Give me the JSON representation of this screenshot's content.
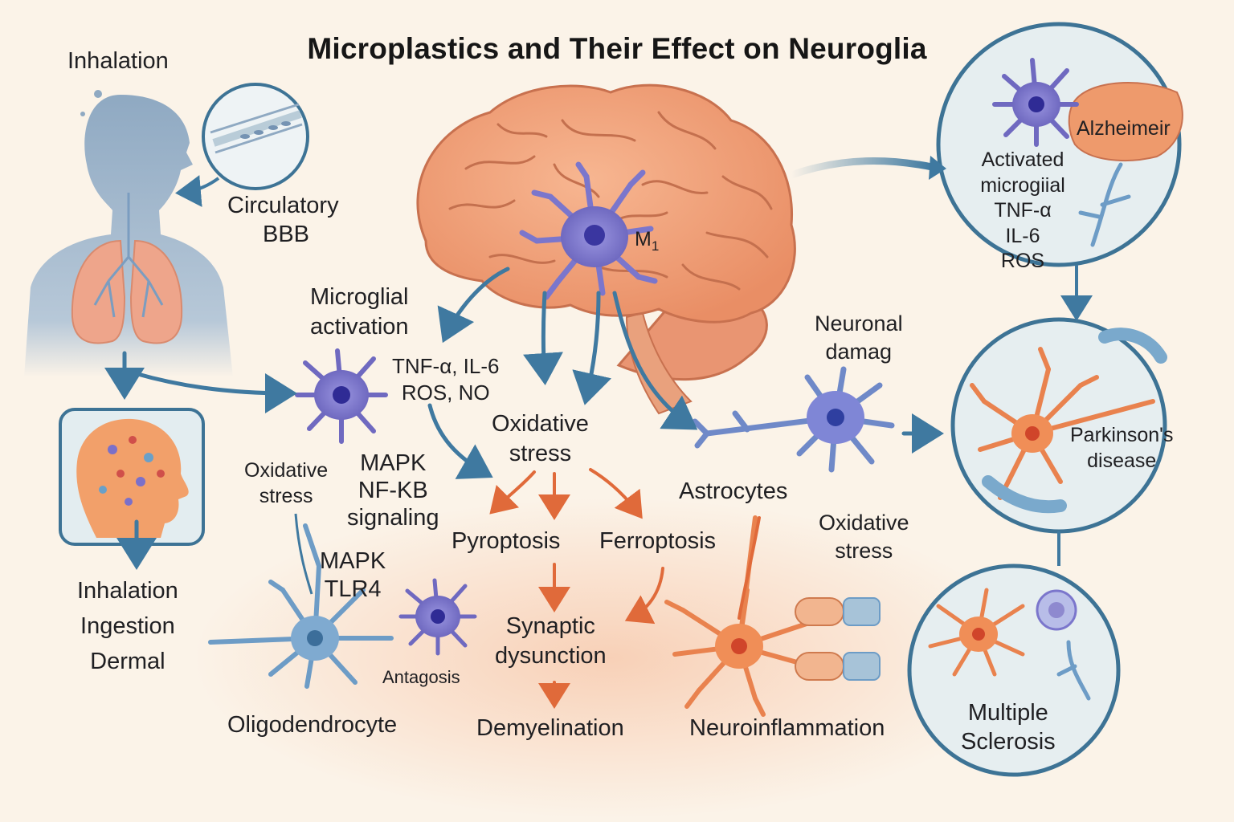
{
  "title": "Microplastics and Their Effect on Neuroglia",
  "labels": {
    "inhalation_top": "Inhalation",
    "circulatory": "Circulatory",
    "bbb": "BBB",
    "m1": "M",
    "m1_sub": "1",
    "microglial_activation": [
      "Microglial",
      "activation"
    ],
    "cytokines": [
      "TNF-α, IL-6",
      "ROS, NO"
    ],
    "oxidative_stress_center": [
      "Oxidative",
      "stress"
    ],
    "oxidative_stress_left": [
      "Oxidative",
      "stress"
    ],
    "mapk_nfkb": [
      "MAPK",
      "NF-KB",
      "signaling"
    ],
    "mapk_tlr4": [
      "MAPK",
      "TLR4"
    ],
    "pyroptosis": "Pyroptosis",
    "ferroptosis": "Ferroptosis",
    "synaptic": [
      "Synaptic",
      "dysunction"
    ],
    "demyelination": "Demyelination",
    "antagosis": "Antagosis",
    "oligodendrocyte": "Oligodendrocyte",
    "exposure_routes": [
      "Inhalation",
      "Ingestion",
      "Dermal"
    ],
    "neuronal_damage": [
      "Neuronal",
      "damag"
    ],
    "astrocytes": "Astrocytes",
    "oxidative_stress_right": [
      "Oxidative",
      "stress"
    ],
    "neuroinflammation": "Neuroinflammation"
  },
  "panels": {
    "alzheimer": {
      "disease": "Alzheimeir",
      "lines": [
        "Activated",
        "microgiial",
        "TNF-α",
        "IL-6",
        "ROS"
      ]
    },
    "parkinson": {
      "disease": [
        "Parkinson's",
        "disease"
      ]
    },
    "ms": {
      "disease": [
        "Multiple",
        "Sclerosis"
      ]
    }
  },
  "colors": {
    "background": "#fbf3e8",
    "brain": "#f0a07a",
    "microglia": "#7b76cc",
    "astrocyte": "#e9824e",
    "oligodendrocyte": "#6d9cc6",
    "arrow_blue": "#3f79a0",
    "arrow_orange": "#e06a3a",
    "body_silhouette": "#8fa9c2"
  }
}
